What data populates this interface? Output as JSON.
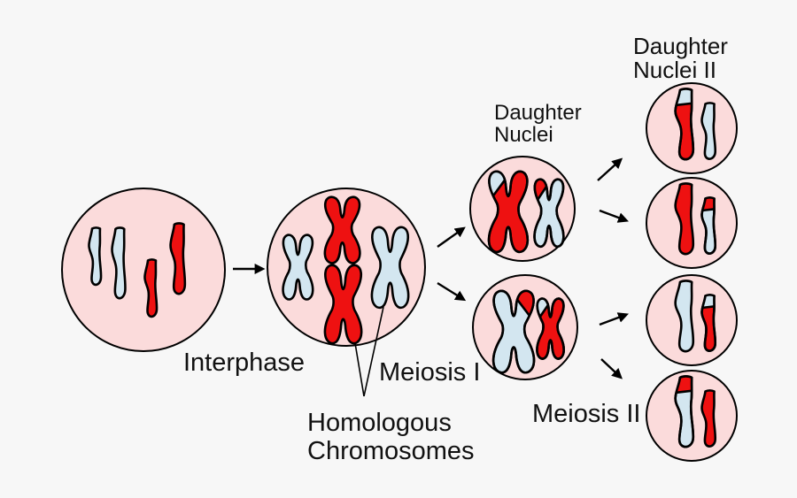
{
  "colors": {
    "page_bg": "#f7f7f7",
    "cell_fill": "#fbdbdb",
    "chromosome_red": "#ee1111",
    "chromosome_blue": "#d3e6f0",
    "outline": "#000000",
    "text_color": "#111111"
  },
  "labels": {
    "interphase": "Interphase",
    "meiosis1": "Meiosis I",
    "homologous_line1": "Homologous",
    "homologous_line2": "Chromosomes",
    "meiosis2": "Meiosis II",
    "daughter_nuclei_line1": "Daughter",
    "daughter_nuclei_line2": "Nuclei",
    "daughter_nuclei2_line1": "Daughter",
    "daughter_nuclei2_line2": "Nuclei II"
  }
}
